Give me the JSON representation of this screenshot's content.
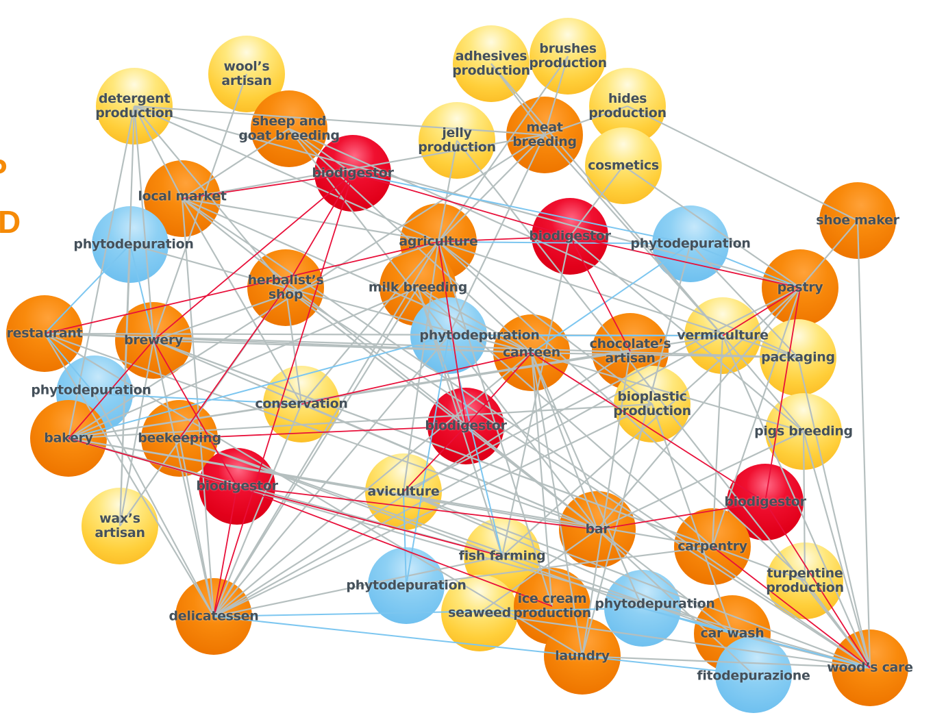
{
  "partial_letters": [
    "P",
    "D"
  ],
  "colors": {
    "producer": "#f58207",
    "byproduct": "#ffd23f",
    "biodigestor": "#e8001c",
    "phytodepuration": "#78c5f2",
    "edge_default": "#b7c0c0",
    "edge_biodigestor": "#e8103a",
    "edge_phyto": "#7cc6f0"
  },
  "nodes": [
    {
      "label": "wool’s\nartisan",
      "type": "yellow"
    },
    {
      "label": "detergent\nproduction",
      "type": "yellow"
    },
    {
      "label": "adhesives\nproduction",
      "type": "yellow"
    },
    {
      "label": "brushes\nproduction",
      "type": "yellow"
    },
    {
      "label": "hides\nproduction",
      "type": "yellow"
    },
    {
      "label": "jelly\nproduction",
      "type": "yellow"
    },
    {
      "label": "meat\nbreeding",
      "type": "orange"
    },
    {
      "label": "cosmetics",
      "type": "yellow"
    },
    {
      "label": "sheep and\ngoat breeding",
      "type": "orange"
    },
    {
      "label": "biodigestor",
      "type": "red"
    },
    {
      "label": "local market",
      "type": "orange"
    },
    {
      "label": "phytodepuration",
      "type": "blue"
    },
    {
      "label": "agriculture",
      "type": "orange"
    },
    {
      "label": "biodigestor",
      "type": "red"
    },
    {
      "label": "phytodepuration",
      "type": "blue"
    },
    {
      "label": "shoe maker",
      "type": "orange"
    },
    {
      "label": "herbalist’s\nshop",
      "type": "orange"
    },
    {
      "label": "milk breeding",
      "type": "orange"
    },
    {
      "label": "pastry",
      "type": "orange"
    },
    {
      "label": "restaurant",
      "type": "orange"
    },
    {
      "label": "brewery",
      "type": "orange"
    },
    {
      "label": "phytodepuration",
      "type": "blue"
    },
    {
      "label": "canteen",
      "type": "orange"
    },
    {
      "label": "chocolate’s\nartisan",
      "type": "orange"
    },
    {
      "label": "vermiculture",
      "type": "yellow"
    },
    {
      "label": "packaging",
      "type": "yellow"
    },
    {
      "label": "phytodepuration",
      "type": "blue"
    },
    {
      "label": "conservation",
      "type": "yellow"
    },
    {
      "label": "bioplastic\nproduction",
      "type": "yellow"
    },
    {
      "label": "bakery",
      "type": "orange"
    },
    {
      "label": "beekeeping",
      "type": "orange"
    },
    {
      "label": "biodigestor",
      "type": "red"
    },
    {
      "label": "pigs breeding",
      "type": "yellow"
    },
    {
      "label": "biodigestor",
      "type": "red"
    },
    {
      "label": "aviculture",
      "type": "yellow"
    },
    {
      "label": "wax’s\nartisan",
      "type": "yellow"
    },
    {
      "label": "biodigestor",
      "type": "red"
    },
    {
      "label": "bar",
      "type": "orange"
    },
    {
      "label": "carpentry",
      "type": "orange"
    },
    {
      "label": "fish farming",
      "type": "yellow"
    },
    {
      "label": "turpentine\nproduction",
      "type": "yellow"
    },
    {
      "label": "phytodepuration",
      "type": "blue"
    },
    {
      "label": "seaweed",
      "type": "yellow"
    },
    {
      "label": "ice cream\nproduction",
      "type": "orange"
    },
    {
      "label": "phytodepuration",
      "type": "blue"
    },
    {
      "label": "delicatessen",
      "type": "orange"
    },
    {
      "label": "car wash",
      "type": "orange"
    },
    {
      "label": "laundry",
      "type": "orange"
    },
    {
      "label": "fitodepurazione",
      "type": "blue"
    },
    {
      "label": "wood’s care",
      "type": "orange"
    }
  ],
  "edges": {
    "red": [
      "9-20",
      "9-45",
      "9-13",
      "9-16",
      "9-10",
      "13-23",
      "13-18",
      "13-12",
      "31-22",
      "31-34",
      "31-30",
      "31-12",
      "33-45",
      "33-29",
      "33-39",
      "33-20",
      "36-18",
      "36-37",
      "36-49",
      "36-22",
      "16-30",
      "20-29",
      "37-33",
      "43-33",
      "18-24",
      "22-27",
      "12-19",
      "38-49"
    ],
    "blue": [
      "11-19",
      "11-20",
      "14-18",
      "14-22",
      "21-29",
      "26-19",
      "41-34",
      "44-46",
      "45-48",
      "21-24",
      "41-21",
      "44-49",
      "9-14",
      "12-14",
      "26-27",
      "21-39",
      "45-44"
    ],
    "gray": [
      "1-10",
      "1-20",
      "1-16",
      "1-6",
      "1-29",
      "1-35",
      "1-12",
      "0-20",
      "8-9",
      "8-10",
      "8-22",
      "8-37",
      "2-6",
      "3-6",
      "4-6",
      "5-12",
      "6-12",
      "6-21",
      "6-10",
      "6-29",
      "6-24",
      "7-13",
      "7-18",
      "4-15",
      "15-18",
      "15-49",
      "10-12",
      "10-27",
      "10-22",
      "10-37",
      "10-45",
      "11-16",
      "16-22",
      "16-37",
      "16-27",
      "16-49",
      "17-22",
      "17-29",
      "17-45",
      "17-39",
      "17-38",
      "19-22",
      "19-37",
      "19-45",
      "19-24",
      "20-22",
      "20-12",
      "20-37",
      "20-38",
      "20-40",
      "20-45",
      "20-35",
      "22-25",
      "22-32",
      "22-45",
      "22-44",
      "22-43",
      "22-37",
      "22-47",
      "23-29",
      "23-45",
      "23-47",
      "24-32",
      "24-38",
      "24-49",
      "24-29",
      "25-49",
      "25-19",
      "27-37",
      "27-12",
      "27-45",
      "28-29",
      "28-45",
      "28-46",
      "29-38",
      "29-37",
      "29-49",
      "30-44",
      "30-46",
      "30-45",
      "32-49",
      "32-40",
      "32-37",
      "34-49",
      "34-46",
      "34-18",
      "34-12",
      "35-16",
      "37-48",
      "37-18",
      "38-18",
      "39-18",
      "39-13",
      "40-49",
      "42-49",
      "43-12",
      "45-12",
      "45-24",
      "45-21",
      "46-49",
      "47-49",
      "47-14",
      "12-25",
      "12-28",
      "12-40",
      "13-32",
      "14-25",
      "10-49",
      "11-35",
      "26-45",
      "29-39",
      "19-47",
      "16-46",
      "41-38",
      "42-37",
      "39-45",
      "17-31",
      "2-24",
      "3-12",
      "5-49",
      "8-25",
      "1-18"
    ]
  }
}
